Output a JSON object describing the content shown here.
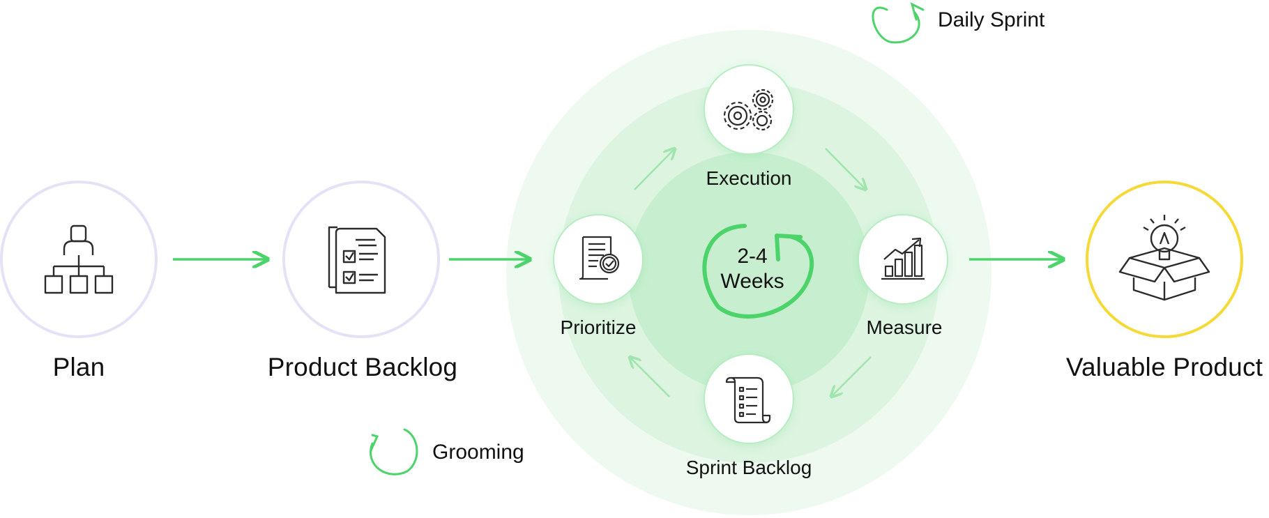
{
  "stages": {
    "plan": "Plan",
    "product_backlog": "Product Backlog",
    "valuable_product": "Valuable Product"
  },
  "cycle": {
    "duration_top": "2-4",
    "duration_bottom": "Weeks",
    "execution": "Execution",
    "measure": "Measure",
    "sprint_backlog": "Sprint Backlog",
    "prioritize": "Prioritize"
  },
  "legend": {
    "daily_sprint": "Daily Sprint",
    "grooming": "Grooming"
  },
  "icons": {
    "plan": "org-chart-icon",
    "product_backlog": "checklist-documents-icon",
    "execution": "gears-icon",
    "measure": "growth-chart-icon",
    "sprint_backlog": "scroll-list-icon",
    "prioritize": "approved-document-icon",
    "valuable_product": "idea-box-icon"
  },
  "colors": {
    "accent_green": "#4cd46a",
    "light_green": "#9fe5ad",
    "plan_ring": "#e4e2f7",
    "product_ring": "#f5d936",
    "icon_stroke": "#2b2b2b"
  }
}
